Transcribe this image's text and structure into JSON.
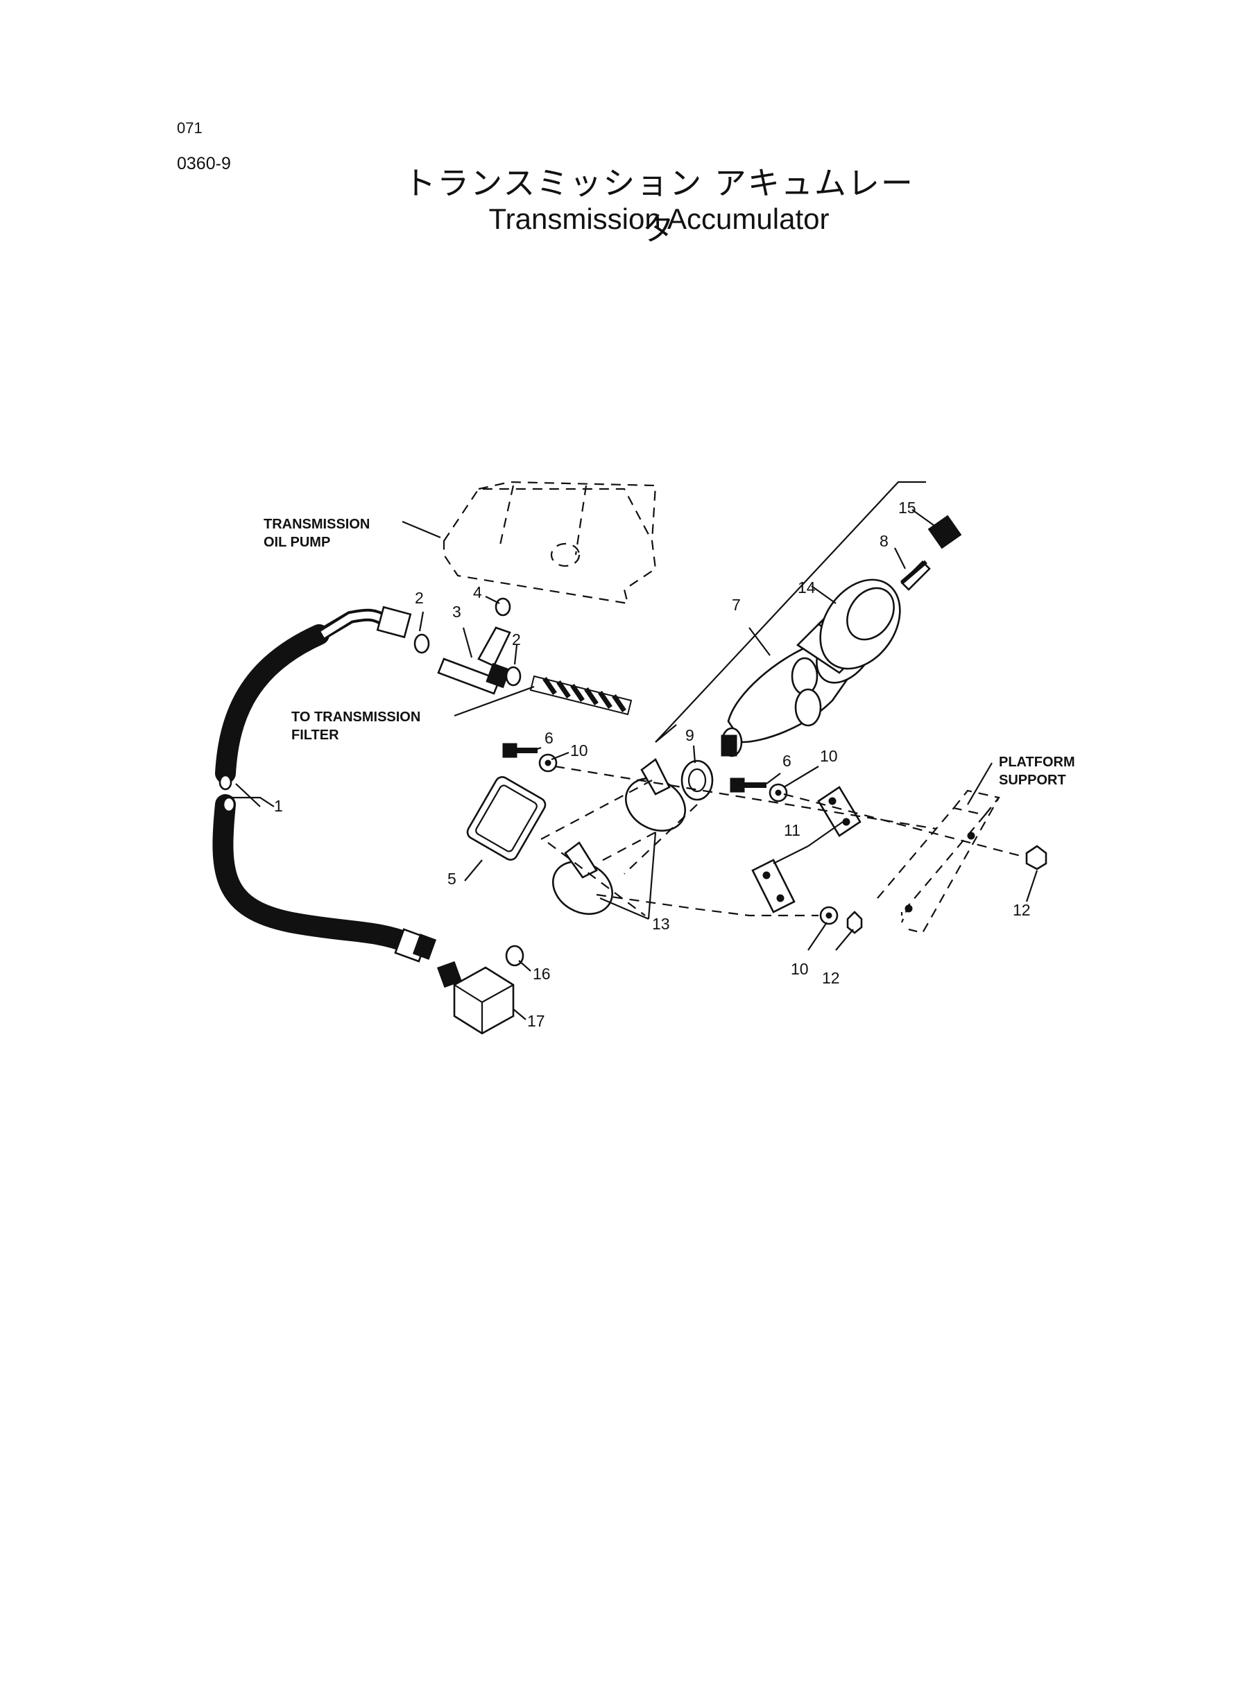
{
  "header": {
    "code_1": "071",
    "code_2": "0360-9",
    "title_japanese": "トランスミッション アキュムレータ",
    "title_english": "Transmission Accumulator"
  },
  "labels": {
    "transmission_oil_pump_1": "TRANSMISSION",
    "transmission_oil_pump_2": "OIL PUMP",
    "to_transmission_filter_1": "TO TRANSMISSION",
    "to_transmission_filter_2": "FILTER",
    "platform_support_1": "PLATFORM",
    "platform_support_2": "SUPPORT"
  },
  "callouts": {
    "c1": "1",
    "c2a": "2",
    "c2b": "2",
    "c3": "3",
    "c4": "4",
    "c5": "5",
    "c6a": "6",
    "c6b": "6",
    "c7": "7",
    "c8": "8",
    "c9": "9",
    "c10a": "10",
    "c10b": "10",
    "c10c": "10",
    "c11": "11",
    "c12a": "12",
    "c12b": "12",
    "c13": "13",
    "c14": "14",
    "c15": "15",
    "c16": "16",
    "c17": "17"
  }
}
